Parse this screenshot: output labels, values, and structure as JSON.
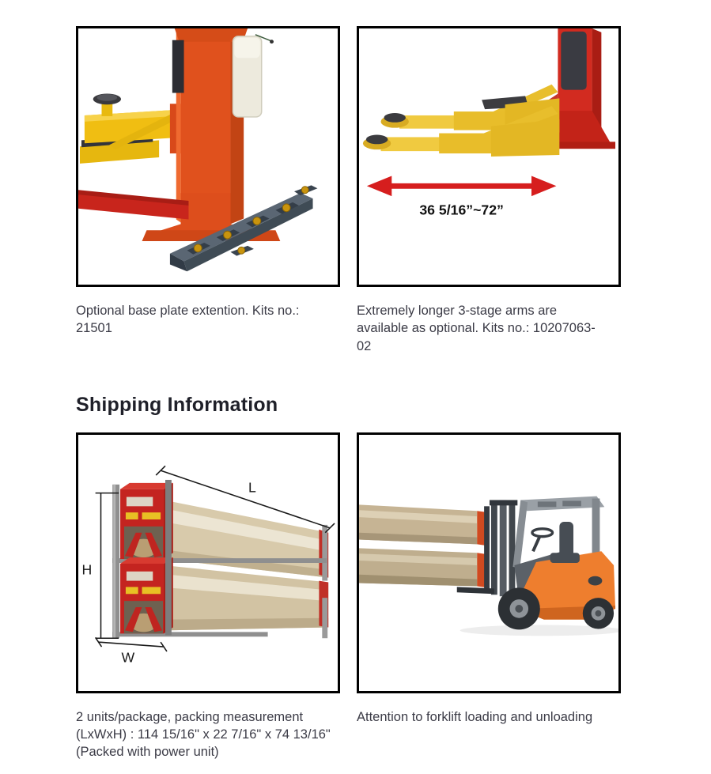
{
  "optional_section": {
    "left": {
      "image_name": "base-plate-extension-photo",
      "caption_lines": [
        "Optional base plate extention. Kits no.:",
        "21501",
        ""
      ]
    },
    "right": {
      "image_name": "three-stage-arms-photo",
      "dimension_label": "36 5/16”~72”",
      "caption_lines": [
        "Extremely longer 3-stage arms are",
        "available as optional. Kits no.: 10207063-",
        "02"
      ]
    }
  },
  "shipping_section": {
    "heading": "Shipping Information",
    "left": {
      "image_name": "packing-measurement-photo",
      "dimension_labels": {
        "length": "L",
        "height": "H",
        "width": "W"
      },
      "caption_lines": [
        "2 units/package, packing measurement",
        "(LxWxH) : 114 15/16\" x 22 7/16\" x 74 13/16\"",
        "(Packed with power unit)"
      ]
    },
    "right": {
      "image_name": "forklift-loading-photo",
      "caption_lines": [
        "Attention to forklift loading and unloading",
        "",
        ""
      ]
    }
  },
  "colors": {
    "caption_text": "#3b3b46",
    "heading_text": "#1f2029",
    "image_border": "#010101",
    "lift_orange": "#e0511d",
    "lift_red": "#d22b20",
    "arm_yellow": "#eec01c",
    "arrow_red": "#d61e1e",
    "forklift_orange": "#ee7e2e",
    "package_tan": "#d8caab",
    "base_bar_slate": "#4b5560"
  }
}
